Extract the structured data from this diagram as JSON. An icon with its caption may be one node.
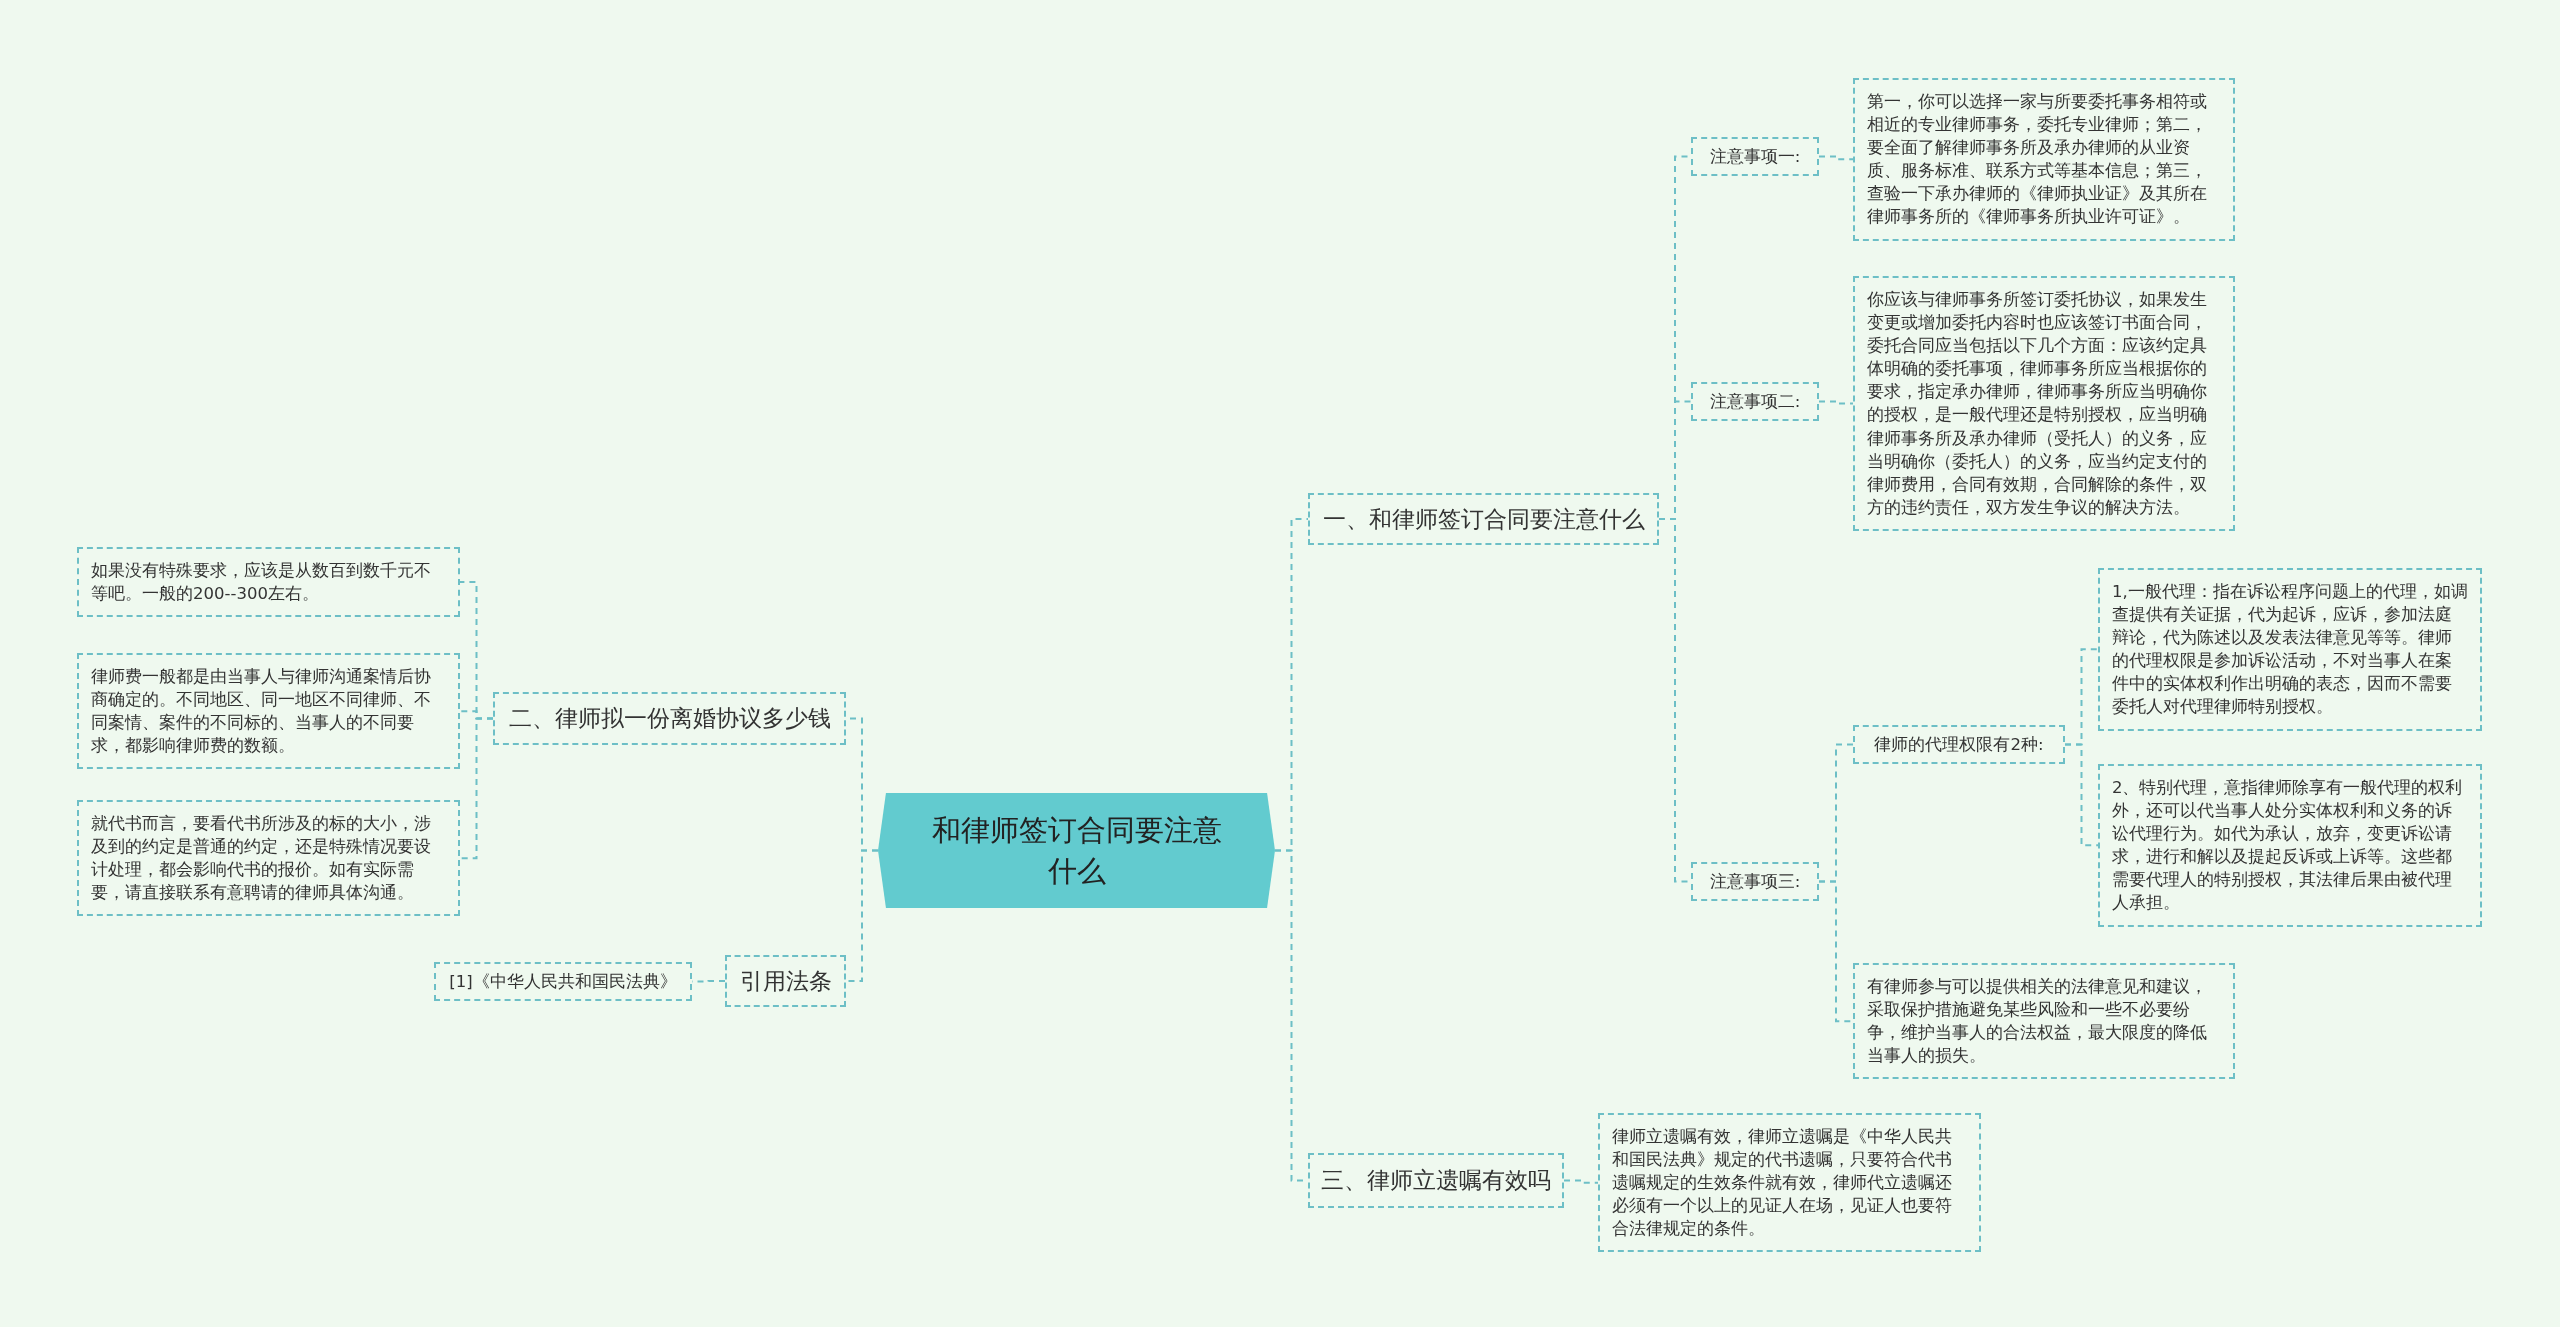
{
  "diagram": {
    "nodes": [
      {
        "text": [
          "和律师签订合同要注意什么"
        ]
      },
      {
        "text": [
          "一、和律师签订合同要注意什么"
        ]
      },
      {
        "text": [
          "注意事项一:"
        ]
      },
      {
        "text": [
          "第一，你可以选择一家与所要委托事务相符或相近的专业律师事务，委托专业律师；第二，要全面了解律师事务所及承办律师的从业资质、服务标准、联系方式等基本信息；第三，查验一下承办律师的《律师执业证》及其所在律师事务所的《律师事务所执业许可证》。"
        ]
      },
      {
        "text": [
          "注意事项二:"
        ]
      },
      {
        "text": [
          "你应该与律师事务所签订委托协议，如果发生变更或增加委托内容时也应该签订书面合同，委托合同应当包括以下几个方面：应该约定具体明确的委托事项，律师事务所应当根据你的要求，指定承办律师，律师事务所应当明确你的授权，是一般代理还是特别授权，应当明确律师事务所及承办律师（受托人）的义务，应当明确你（委托人）的义务，应当约定支付的律师费用，合同有效期，合同解除的条件，双方的违约责任，双方发生争议的解决方法。"
        ]
      },
      {
        "text": [
          "注意事项三:"
        ]
      },
      {
        "text": [
          "律师的代理权限有2种:"
        ]
      },
      {
        "text": [
          "1,一般代理：指在诉讼程序问题上的代理，如调查提供有关证据，代为起诉，应诉，参加法庭辩论，代为陈述以及发表法律意见等等。律师的代理权限是参加诉讼活动，不对当事人在案件中的实体权利作出明确的表态，因而不需要委托人对代理律师特别授权。"
        ]
      },
      {
        "text": [
          "2、特别代理，意指律师除享有一般代理的权利外，还可以代当事人处分实体权利和义务的诉讼代理行为。如代为承认，放弃，变更诉讼请求，进行和解以及提起反诉或上诉等。这些都需要代理人的特别授权，其法律后果由被代理人承担。"
        ]
      },
      {
        "text": [
          "有律师参与可以提供相关的法律意见和建议，采取保护措施避免某些风险和一些不必要纷争，维护当事人的合法权益，最大限度的降低当事人的损失。"
        ]
      },
      {
        "text": [
          "三、律师立遗嘱有效吗"
        ]
      },
      {
        "text": [
          "律师立遗嘱有效，律师立遗嘱是《中华人民共和国民法典》规定的代书遗嘱，只要符合代书遗嘱规定的生效条件就有效，律师代立遗嘱还必须有一个以上的见证人在场，见证人也要符合法律规定的条件。"
        ]
      },
      {
        "text": [
          "二、律师拟一份离婚协议多少钱"
        ]
      },
      {
        "text": [
          "如果没有特殊要求，应该是从数百到数千元不等吧。一般的200--300左右。"
        ]
      },
      {
        "text": [
          "律师费一般都是由当事人与律师沟通案情后协商确定的。不同地区、同一地区不同律师、不同案情、案件的不同标的、当事人的不同要求，都影响律师费的数额。"
        ]
      },
      {
        "text": [
          "就代书而言，要看代书所涉及的标的大小，涉及到的约定是普通的约定，还是特殊情况要设计处理，都会影响代书的报价。如有实际需要，请直接联系有意聘请的律师具体沟通。"
        ]
      },
      {
        "text": [
          "引用法条"
        ]
      },
      {
        "text": [
          "[1]《中华人民共和国民法典》"
        ]
      }
    ],
    "edges": [
      {
        "from": 0,
        "to": 1,
        "arrow": "none"
      },
      {
        "from": 1,
        "to": 2,
        "arrow": "none"
      },
      {
        "from": 2,
        "to": 3,
        "arrow": "none"
      },
      {
        "from": 1,
        "to": 4,
        "arrow": "none"
      },
      {
        "from": 4,
        "to": 5,
        "arrow": "none"
      },
      {
        "from": 1,
        "to": 6,
        "arrow": "none"
      },
      {
        "from": 6,
        "to": 7,
        "arrow": "none"
      },
      {
        "from": 7,
        "to": 8,
        "arrow": "none"
      },
      {
        "from": 7,
        "to": 9,
        "arrow": "none"
      },
      {
        "from": 6,
        "to": 10,
        "arrow": "none"
      },
      {
        "from": 0,
        "to": 11,
        "arrow": "none"
      },
      {
        "from": 11,
        "to": 12,
        "arrow": "none"
      },
      {
        "from": 0,
        "to": 13,
        "arrow": "none"
      },
      {
        "from": 13,
        "to": 14,
        "arrow": "none"
      },
      {
        "from": 13,
        "to": 15,
        "arrow": "none"
      },
      {
        "from": 13,
        "to": 16,
        "arrow": "none"
      },
      {
        "from": 0,
        "to": 17,
        "arrow": "none"
      },
      {
        "from": 17,
        "to": 18,
        "arrow": "none"
      }
    ]
  }
}
